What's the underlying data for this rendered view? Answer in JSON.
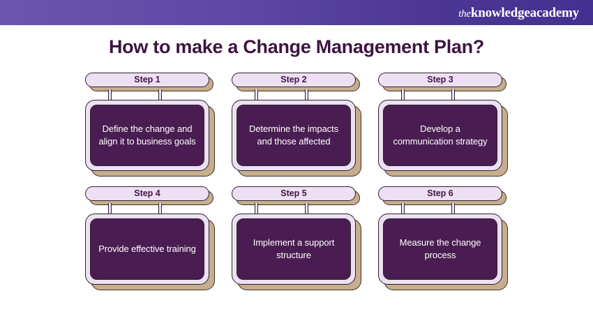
{
  "header": {
    "logo_the": "the",
    "logo_main": "knowledgeacademy",
    "gradient_start": "#6c55b0",
    "gradient_end": "#443090"
  },
  "title": "How to make a Change Management Plan?",
  "colors": {
    "title": "#3d1540",
    "card_fill": "#4a1d52",
    "frame_fill": "#ece0f2",
    "shadow_fill": "#c6ae8c",
    "outline": "#2d2230",
    "card_text": "#ffffff",
    "pill_text": "#44154a"
  },
  "steps": [
    {
      "label": "Step 1",
      "text": "Define the change and align it to business goals"
    },
    {
      "label": "Step 2",
      "text": "Determine the impacts and those affected"
    },
    {
      "label": "Step 3",
      "text": "Develop a communication strategy"
    },
    {
      "label": "Step 4",
      "text": "Provide effective training"
    },
    {
      "label": "Step 5",
      "text": "Implement a support structure"
    },
    {
      "label": "Step 6",
      "text": "Measure the change process"
    }
  ]
}
